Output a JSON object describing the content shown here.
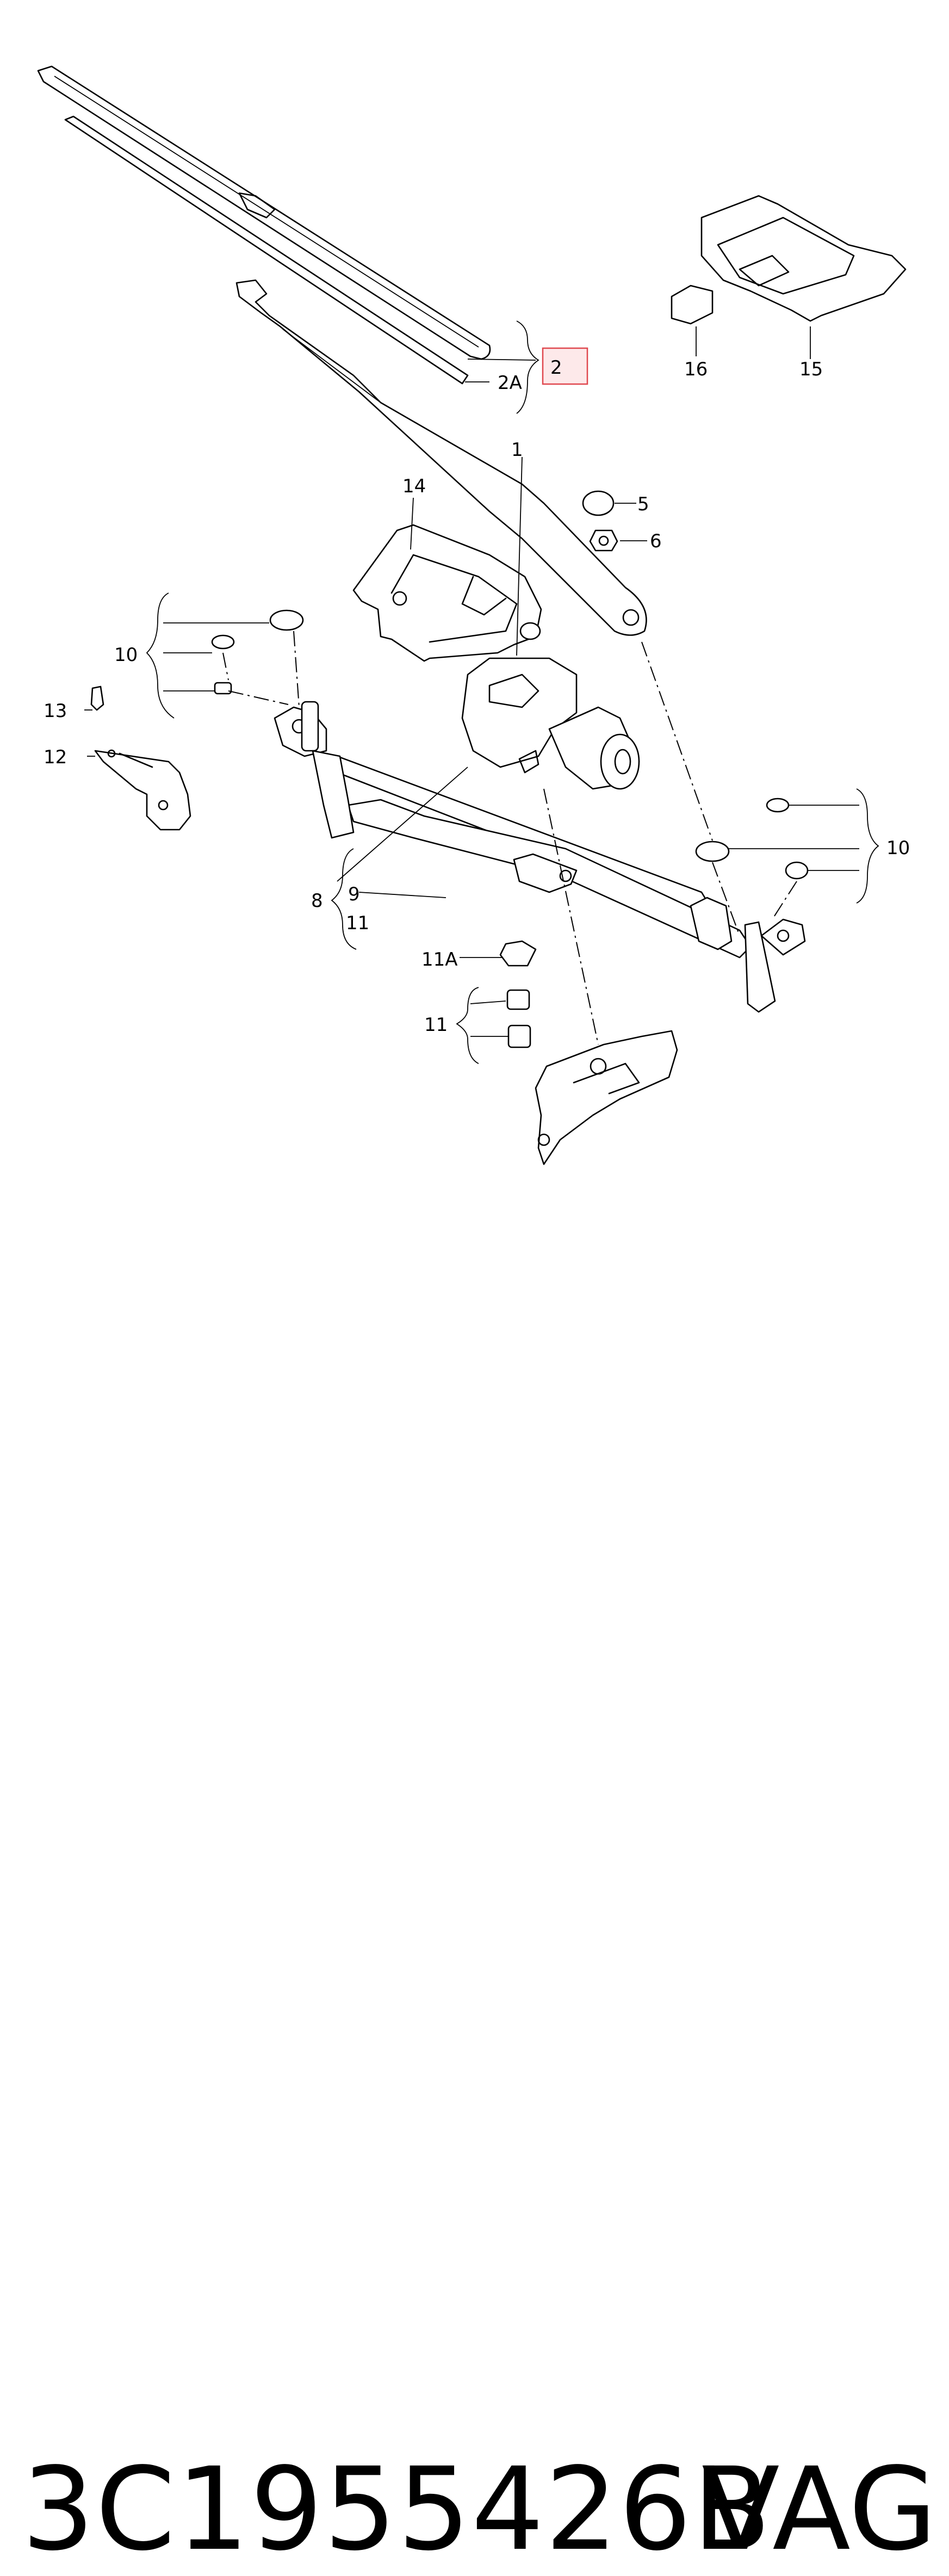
{
  "diagram": {
    "labels": {
      "l1": "1",
      "l2": "2",
      "l2a": "2A",
      "l5": "5",
      "l6": "6",
      "l8": "8",
      "l9": "9",
      "l10_left": "10",
      "l10_right": "10",
      "l11_group8": "11",
      "l11_lower": "11",
      "l11a": "11A",
      "l12": "12",
      "l13": "13",
      "l14": "14",
      "l15": "15",
      "l16": "16"
    },
    "highlighted_label": "2",
    "highlight_color": "#e0484f"
  },
  "footer": {
    "part_number": "3C1955426B",
    "brand": "VAG"
  }
}
